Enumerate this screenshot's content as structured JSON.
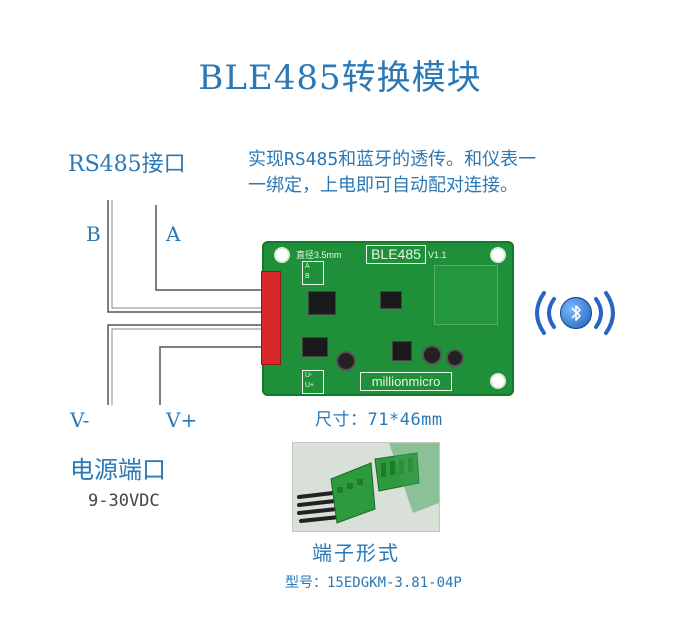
{
  "title": "BLE485转换模块",
  "rs485_interface_label": "RS485接口",
  "description": "实现RS485和蓝牙的透传。和仪表一一绑定，上电即可自动配对连接。",
  "pins": {
    "b": "B",
    "a": "A",
    "v_minus": "V-",
    "v_plus": "V+"
  },
  "power_port_label": "电源端口",
  "voltage_range": "9-30VDC",
  "dimensions_label": "尺寸：71*46mm",
  "terminal_label": "端子形式",
  "terminal_model": "型号：15EDGKM-3.81-04P",
  "pcb": {
    "board_label": "BLE485",
    "version": "V1.1",
    "diameter_note": "直径3.5mm",
    "brand": "millionmicro",
    "terminal_top": [
      "A",
      "B"
    ],
    "terminal_bottom": [
      "U-",
      "U+"
    ]
  },
  "icons": {
    "bluetooth": "bluetooth-icon"
  },
  "colors": {
    "accent_blue": "#2a78b5",
    "pcb_green": "#1f8f3a",
    "connector_red": "#d62a2a"
  }
}
